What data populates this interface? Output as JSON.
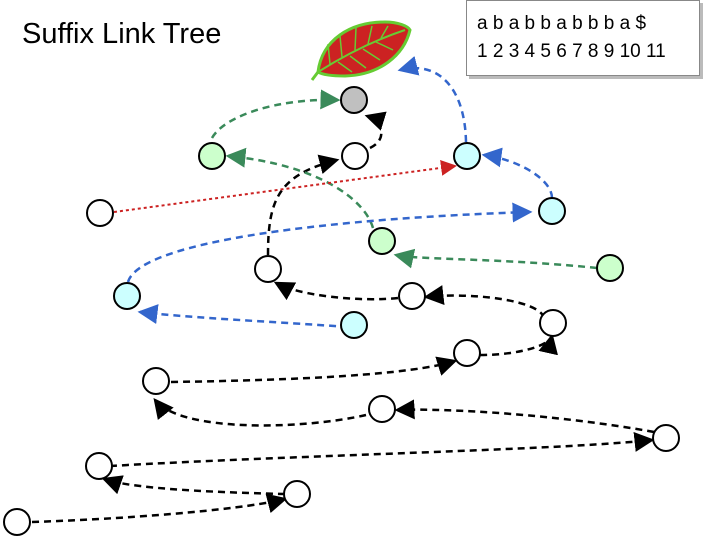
{
  "title": "Suffix Link Tree",
  "string_box": {
    "chars_line": "a b a b b a b b b a $",
    "positions_line": "1 2 3 4 5 6 7 8 9 10 11"
  },
  "colors": {
    "root": "#c0c0c0",
    "green_node": "#ccffcc",
    "blue_node": "#ccffff",
    "plain_node": "#ffffff",
    "black_link": "#000000",
    "green_link": "#3a8a5a",
    "blue_link": "#3366cc",
    "red_link": "#cc2222",
    "leaf_red": "#cc2222",
    "leaf_green": "#66cc33"
  },
  "icons": [
    "leaf-icon"
  ]
}
